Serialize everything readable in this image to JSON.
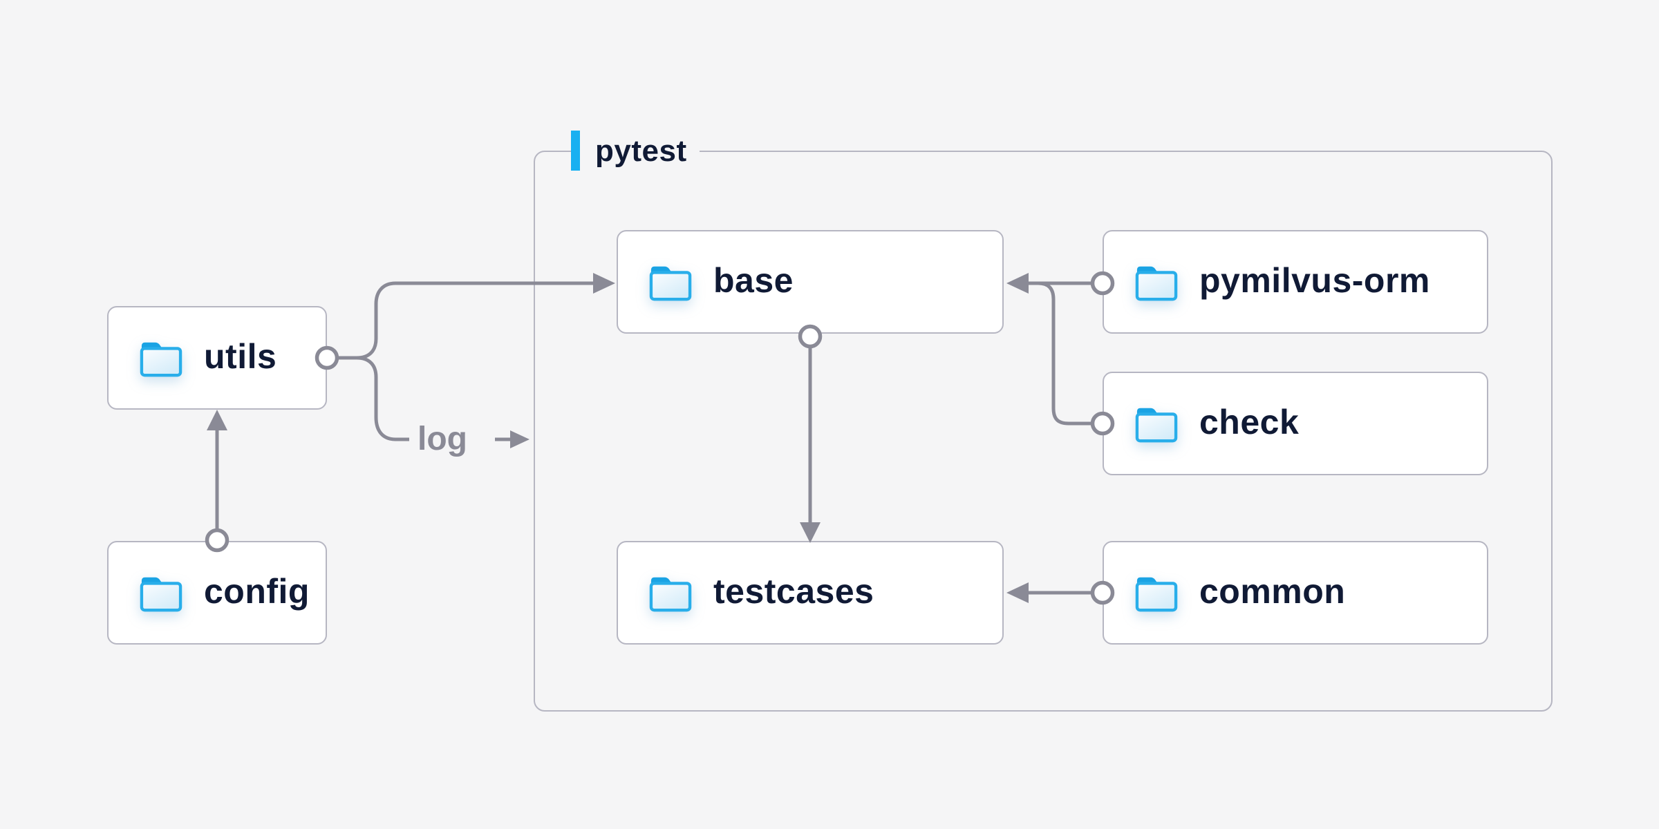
{
  "diagram": {
    "background_color": "#f5f5f6",
    "node_border_color": "#b6b6c2",
    "connector_color": "#8a8a96",
    "text_color": "#101a35",
    "accent_color": "#19b0f1",
    "folder_color": "#29aeea",
    "group": {
      "label": "pytest"
    },
    "nodes": {
      "utils": {
        "label": "utils",
        "icon": "folder-icon"
      },
      "config": {
        "label": "config",
        "icon": "folder-icon"
      },
      "base": {
        "label": "base",
        "icon": "folder-icon"
      },
      "testcases": {
        "label": "testcases",
        "icon": "folder-icon"
      },
      "pymilvus_orm": {
        "label": "pymilvus-orm",
        "icon": "folder-icon"
      },
      "check": {
        "label": "check",
        "icon": "folder-icon"
      },
      "common": {
        "label": "common",
        "icon": "folder-icon"
      }
    },
    "edge_labels": {
      "utils_log": "log"
    },
    "edges": [
      {
        "from": "config",
        "to": "utils",
        "start": "circle",
        "end": "arrow"
      },
      {
        "from": "utils",
        "to": "base",
        "start": "circle",
        "end": "arrow"
      },
      {
        "from": "utils",
        "to": "log",
        "start": "circle",
        "end": "label-arrow"
      },
      {
        "from": "base",
        "to": "testcases",
        "start": "circle",
        "end": "arrow"
      },
      {
        "from": "pymilvus_orm",
        "to": "base",
        "start": "circle",
        "end": "arrow"
      },
      {
        "from": "check",
        "to": "base",
        "start": "circle",
        "end": "arrow"
      },
      {
        "from": "common",
        "to": "testcases",
        "start": "circle",
        "end": "arrow"
      }
    ]
  }
}
